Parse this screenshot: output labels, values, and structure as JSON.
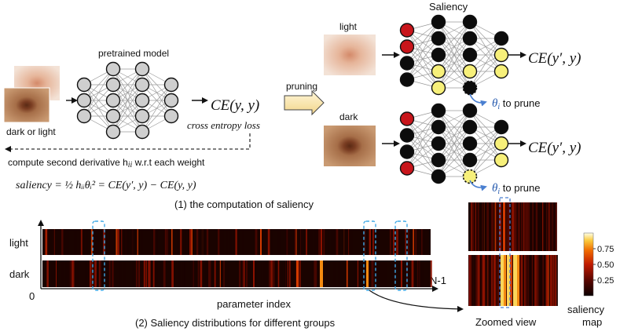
{
  "labels": {
    "pretrained_model": "pretrained model",
    "dark_or_light": "dark or light",
    "ce_main": "CE(y, y)",
    "cross_entropy_loss": "cross entropy loss",
    "compute_second_derivative": "compute second derivative h",
    "h_sub": "ii",
    "wrt_each_weight": " w.r.t each weight",
    "saliency_formula": "saliency = ½ hᵢᵢθᵢ² = CE(y′, y) − CE(y, y)",
    "pruning": "pruning",
    "saliency_title": "Saliency",
    "light": "light",
    "dark": "dark",
    "ce_light": "CE(y′, y)",
    "ce_dark": "CE(y′, y)",
    "theta_symbol": "θ",
    "theta_sub": "i",
    "to_prune": " to prune",
    "caption1": "(1) the computation of saliency",
    "row_light": "light",
    "row_dark": "dark",
    "axis_zero": "0",
    "axis_end": "N-1",
    "axis_label": "parameter index",
    "caption2": "(2) Saliency distributions for different groups",
    "zoomed_view": "Zoomed view",
    "saliency_map_line1": "saliency",
    "saliency_map_line2": "map"
  },
  "colorbar": {
    "ticks": [
      "0.75",
      "0.50",
      "0.25"
    ],
    "tick_values": [
      0.75,
      0.5,
      0.25
    ],
    "range": [
      0.0,
      1.0
    ]
  },
  "colors": {
    "node_red": "#c8151b",
    "node_black": "#0c0c0c",
    "node_yellow": "#f7f07a",
    "node_gray": "#cfcfcf",
    "highlight_blue": "#3fa9e6",
    "accent_blue": "#4a7fd0",
    "heatmap_bg": "#1a0300"
  }
}
